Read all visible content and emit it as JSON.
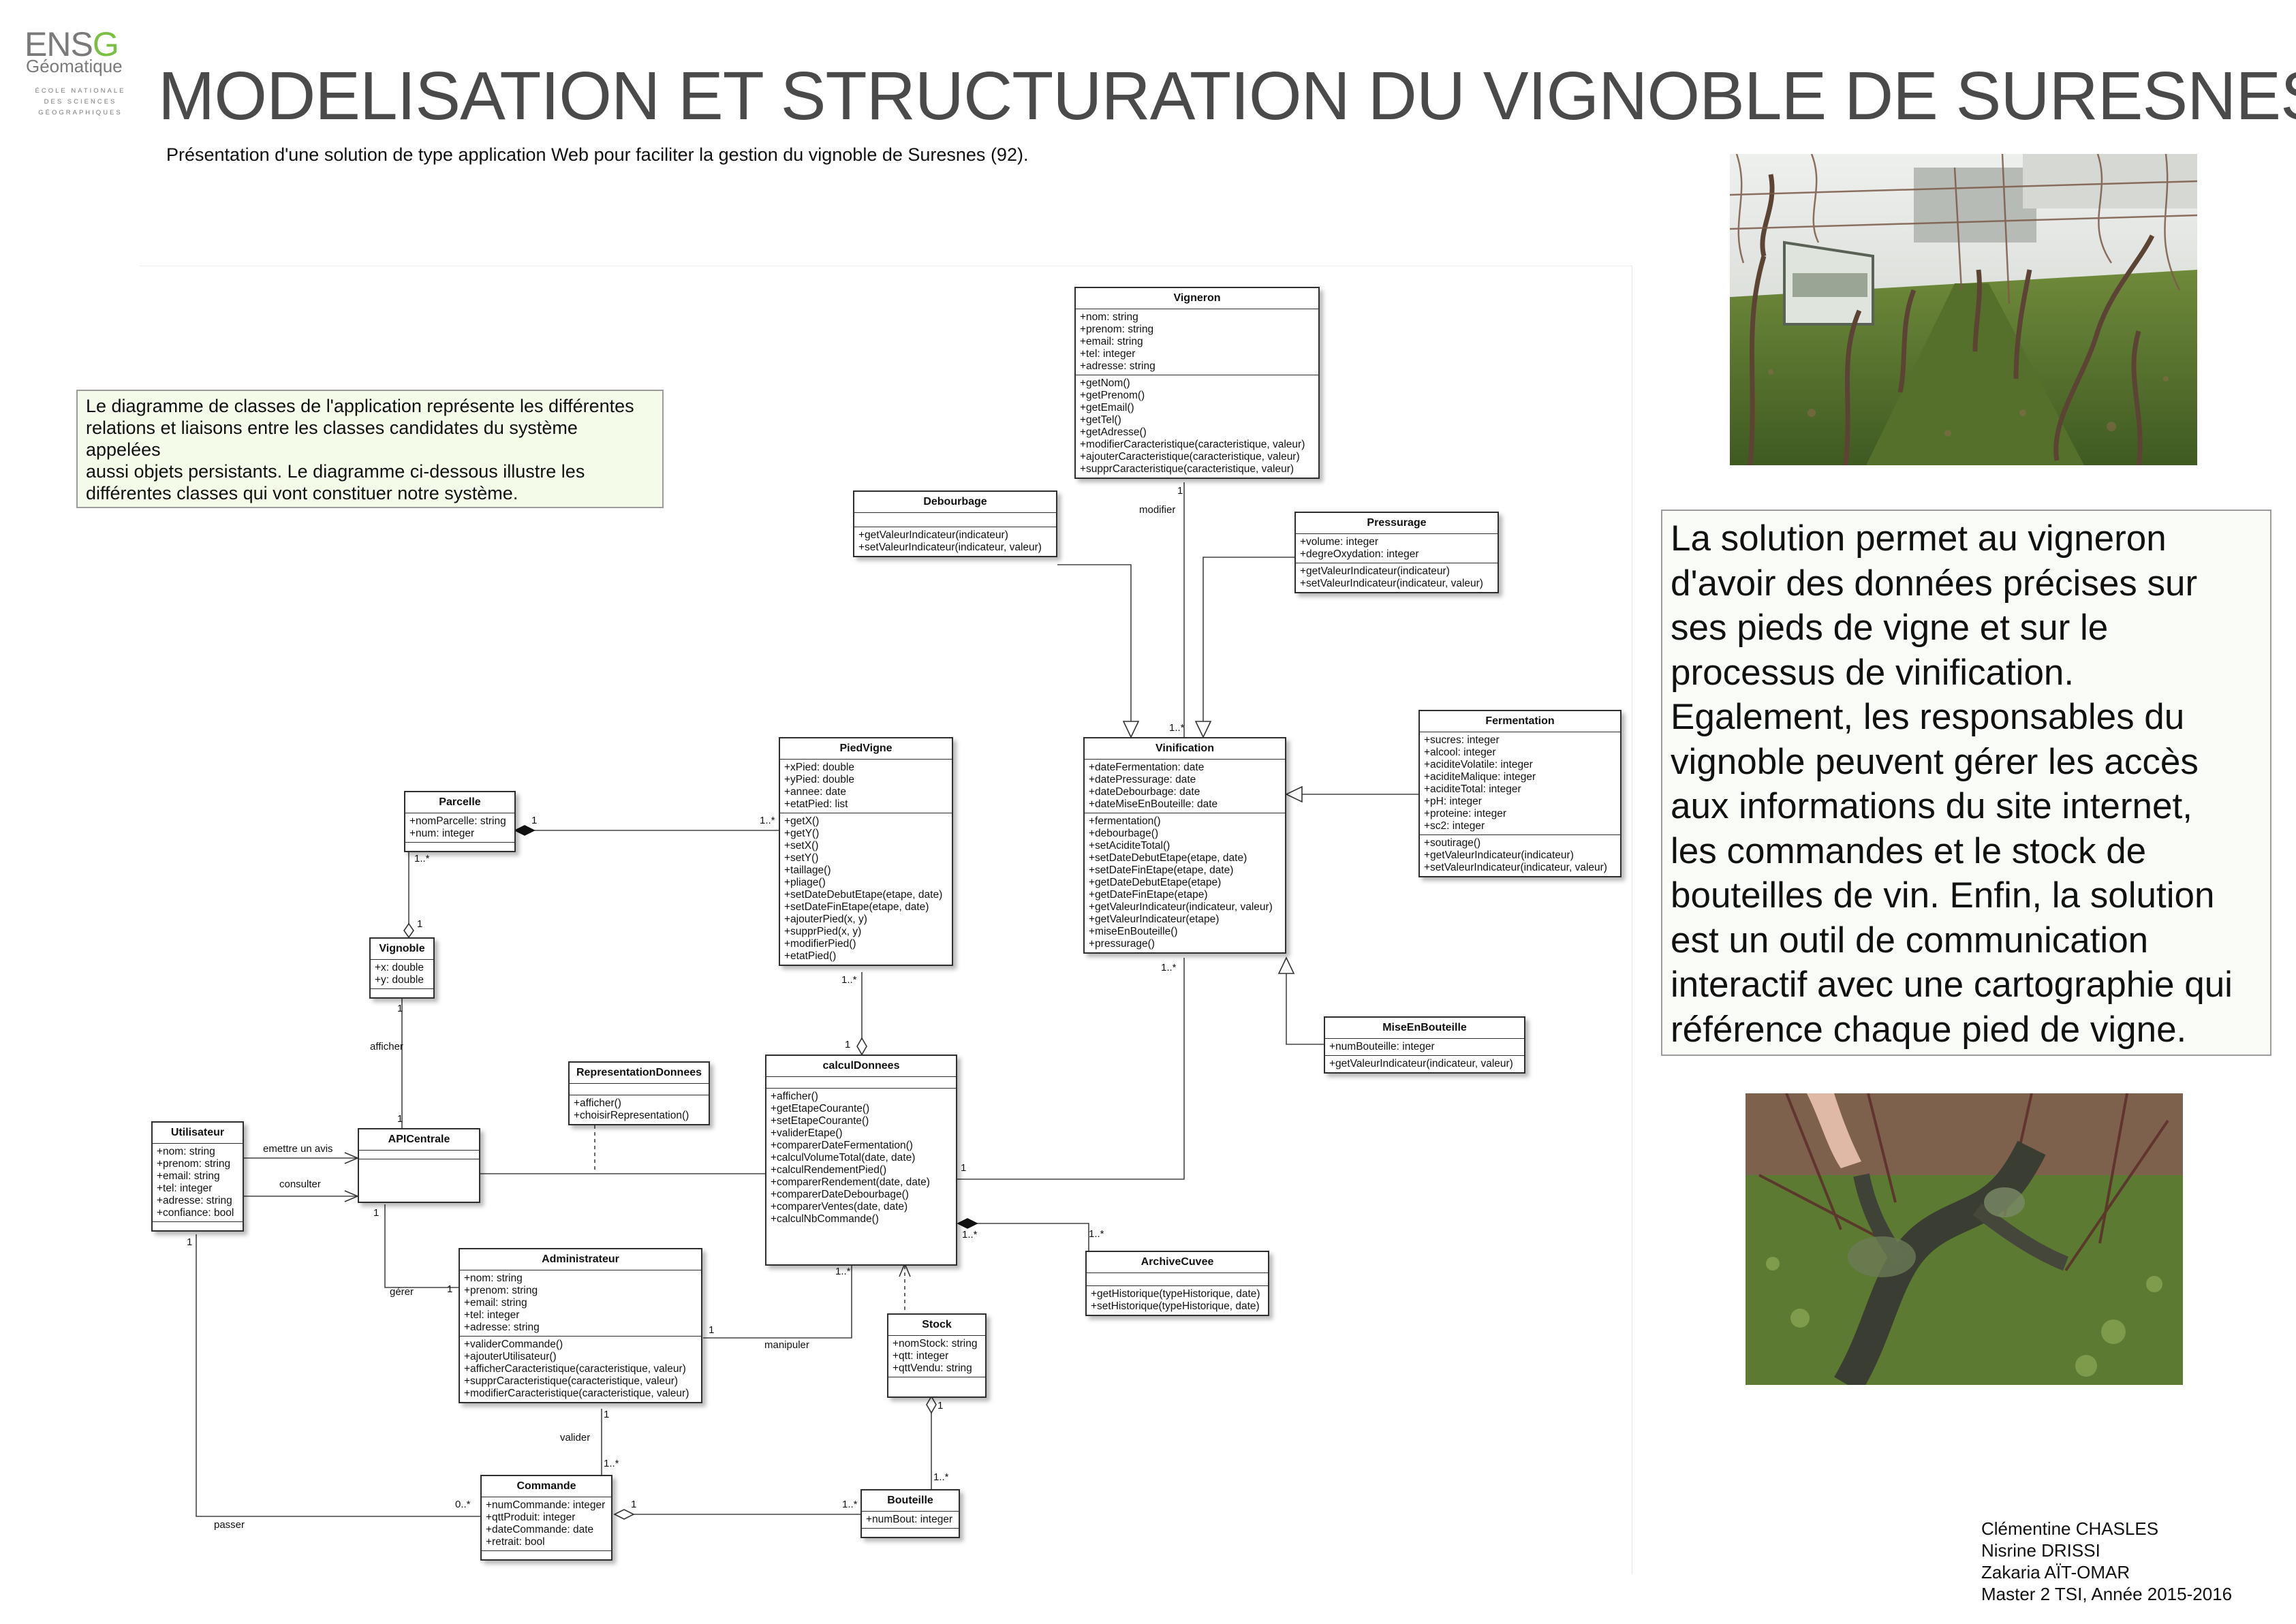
{
  "logo": {
    "brand_a": "ENS",
    "brand_g": "G",
    "sub": "Géomatique",
    "school_lines": [
      "ÉCOLE NATIONALE",
      "DES SCIENCES",
      "GÉOGRAPHIQUES"
    ]
  },
  "header": {
    "title": "MODELISATION ET STRUCTURATION DU VIGNOBLE DE SURESNES",
    "subtitle": "Présentation d'une solution de type application Web pour faciliter la gestion du vignoble de Suresnes (92)."
  },
  "note_lines": [
    "Le diagramme de classes de l'application représente les différentes",
    "relations et liaisons entre les classes candidates du système",
    "appelées",
    "aussi objets persistants. Le diagramme ci-dessous illustre les",
    "différentes classes qui vont constituer notre système."
  ],
  "info_lines": [
    "La solution permet au vigneron",
    "d'avoir des données précises sur",
    "ses pieds de vigne et sur le",
    "processus de vinification.",
    "Egalement, les responsables du",
    "vignoble peuvent gérer les accès",
    "aux informations du site internet,",
    "les commandes et le stock de",
    "bouteilles de vin. Enfin, la solution",
    "est un outil de communication",
    "interactif avec une cartographie qui",
    "référence chaque pied de vigne."
  ],
  "authors": [
    "Clémentine CHASLES",
    "Nisrine DRISSI",
    "Zakaria AÏT-OMAR",
    "Master 2 TSI, Année 2015-2016"
  ],
  "colors": {
    "title": "#4a4a4a",
    "note_bg": "#f4fbe9",
    "logo_green": "#7bbf43"
  },
  "classes": {
    "vigneron": {
      "name": "Vigneron",
      "attrs": [
        "+nom: string",
        "+prenom: string",
        "+email: string",
        "+tel: integer",
        "+adresse: string"
      ],
      "ops": [
        "+getNom()",
        "+getPrenom()",
        "+getEmail()",
        "+getTel()",
        "+getAdresse()",
        "+modifierCaracteristique(caracteristique, valeur)",
        "+ajouterCaracteristique(caracteristique, valeur)",
        "+supprCaracteristique(caracteristique, valeur)"
      ]
    },
    "debourbage": {
      "name": "Debourbage",
      "attrs": [],
      "ops": [
        "+getValeurIndicateur(indicateur)",
        "+setValeurIndicateur(indicateur, valeur)"
      ]
    },
    "pressurage": {
      "name": "Pressurage",
      "attrs": [
        "+volume: integer",
        "+degreOxydation: integer"
      ],
      "ops": [
        "+getValeurIndicateur(indicateur)",
        "+setValeurIndicateur(indicateur, valeur)"
      ]
    },
    "fermentation": {
      "name": "Fermentation",
      "attrs": [
        "+sucres: integer",
        "+alcool: integer",
        "+aciditeVolatile: integer",
        "+aciditeMalique: integer",
        "+aciditeTotal: integer",
        "+pH: integer",
        "+proteine: integer",
        "+sc2: integer"
      ],
      "ops": [
        "+soutirage()",
        "+getValeurIndicateur(indicateur)",
        "+setValeurIndicateur(indicateur, valeur)"
      ]
    },
    "vinification": {
      "name": "Vinification",
      "attrs": [
        "+dateFermentation: date",
        "+datePressurage: date",
        "+dateDebourbage: date",
        "+dateMiseEnBouteille: date"
      ],
      "ops": [
        "+fermentation()",
        "+debourbage()",
        "+setAciditeTotal()",
        "+setDateDebutEtape(etape, date)",
        "+setDateFinEtape(etape, date)",
        "+getDateDebutEtape(etape)",
        "+getDateFinEtape(etape)",
        "+getValeurIndicateur(indicateur, valeur)",
        "+getValeurIndicateur(etape)",
        "+miseEnBouteille()",
        "+pressurage()"
      ]
    },
    "piedvigne": {
      "name": "PiedVigne",
      "attrs": [
        "+xPied: double",
        "+yPied: double",
        "+annee: date",
        "+etatPied: list"
      ],
      "ops": [
        "+getX()",
        "+getY()",
        "+setX()",
        "+setY()",
        "+taillage()",
        "+pliage()",
        "+setDateDebutEtape(etape, date)",
        "+setDateFinEtape(etape, date)",
        "+ajouterPied(x, y)",
        "+supprPied(x, y)",
        "+modifierPied()",
        "+etatPied()"
      ]
    },
    "parcelle": {
      "name": "Parcelle",
      "attrs": [
        "+nomParcelle: string",
        "+num: integer"
      ],
      "ops": []
    },
    "vignoble": {
      "name": "Vignoble",
      "attrs": [
        "+x: double",
        "+y: double"
      ],
      "ops": []
    },
    "miseenbouteille": {
      "name": "MiseEnBouteille",
      "attrs": [
        "+numBouteille: integer"
      ],
      "ops": [
        "+getValeurIndicateur(indicateur, valeur)"
      ]
    },
    "representation": {
      "name": "RepresentationDonnees",
      "attrs": [],
      "ops": [
        "+afficher()",
        "+choisirRepresentation()"
      ]
    },
    "calcul": {
      "name": "calculDonnees",
      "attrs": [],
      "ops": [
        "+afficher()",
        "+getEtapeCourante()",
        "+setEtapeCourante()",
        "+validerEtape()",
        "+comparerDateFermentation()",
        "+calculVolumeTotal(date, date)",
        "+calculRendementPied()",
        "+comparerRendement(date, date)",
        "+comparerDateDebourbage()",
        "+comparerVentes(date, date)",
        "+calculNbCommande()"
      ]
    },
    "utilisateur": {
      "name": "Utilisateur",
      "attrs": [
        "+nom: string",
        "+prenom: string",
        "+email: string",
        "+tel: integer",
        "+adresse: string",
        "+confiance: bool"
      ],
      "ops": []
    },
    "apicentrale": {
      "name": "APICentrale",
      "attrs": [],
      "ops": []
    },
    "archivecuvee": {
      "name": "ArchiveCuvee",
      "attrs": [],
      "ops": [
        "+getHistorique(typeHistorique, date)",
        "+setHistorique(typeHistorique, date)"
      ]
    },
    "administrateur": {
      "name": "Administrateur",
      "attrs": [
        "+nom: string",
        "+prenom: string",
        "+email: string",
        "+tel: integer",
        "+adresse: string"
      ],
      "ops": [
        "+validerCommande()",
        "+ajouterUtilisateur()",
        "+afficherCaracteristique(caracteristique, valeur)",
        "+supprCaracteristique(caracteristique, valeur)",
        "+modifierCaracteristique(caracteristique, valeur)"
      ]
    },
    "stock": {
      "name": "Stock",
      "attrs": [
        "+nomStock: string",
        "+qtt: integer",
        "+qttVendu: string"
      ],
      "ops": []
    },
    "commande": {
      "name": "Commande",
      "attrs": [
        "+numCommande: integer",
        "+qttProduit: integer",
        "+dateCommande: date",
        "+retrait: bool"
      ],
      "ops": []
    },
    "bouteille": {
      "name": "Bouteille",
      "attrs": [
        "+numBout: integer"
      ],
      "ops": []
    }
  },
  "multiplicities": {
    "m_vig_1": "1",
    "m_vinif_1n": "1..*",
    "m_parc_1": "1",
    "m_pied_1n": "1..*",
    "m_parc_1n": "1..*",
    "m_vign_1": "1",
    "m_vign_1b": "1",
    "m_api_1": "1",
    "m_pied_1nb": "1..*",
    "m_calc_1": "1",
    "m_vinif_1nb": "1..*",
    "m_calc_1c": "1",
    "m_calc_1nc": "1..*",
    "m_arch_1n": "1..*",
    "m_util_1": "1",
    "m_api_1b": "1",
    "m_admin_1": "1",
    "m_calc_1nd": "1..*",
    "m_admin_1b": "1",
    "m_cmd_1n": "1..*",
    "m_stock_1": "1",
    "m_bout_1n": "1..*",
    "m_cmd_0n": "0..*",
    "m_cmd_1": "1",
    "m_bout_1nb": "1..*",
    "m_api_1c": "1"
  },
  "relations": {
    "modifier": "modifier",
    "afficher": "afficher",
    "emettre": "emettre un avis",
    "consulter": "consulter",
    "gerer": "gérer",
    "manipuler": "manipuler",
    "valider": "valider",
    "passer": "passer"
  }
}
